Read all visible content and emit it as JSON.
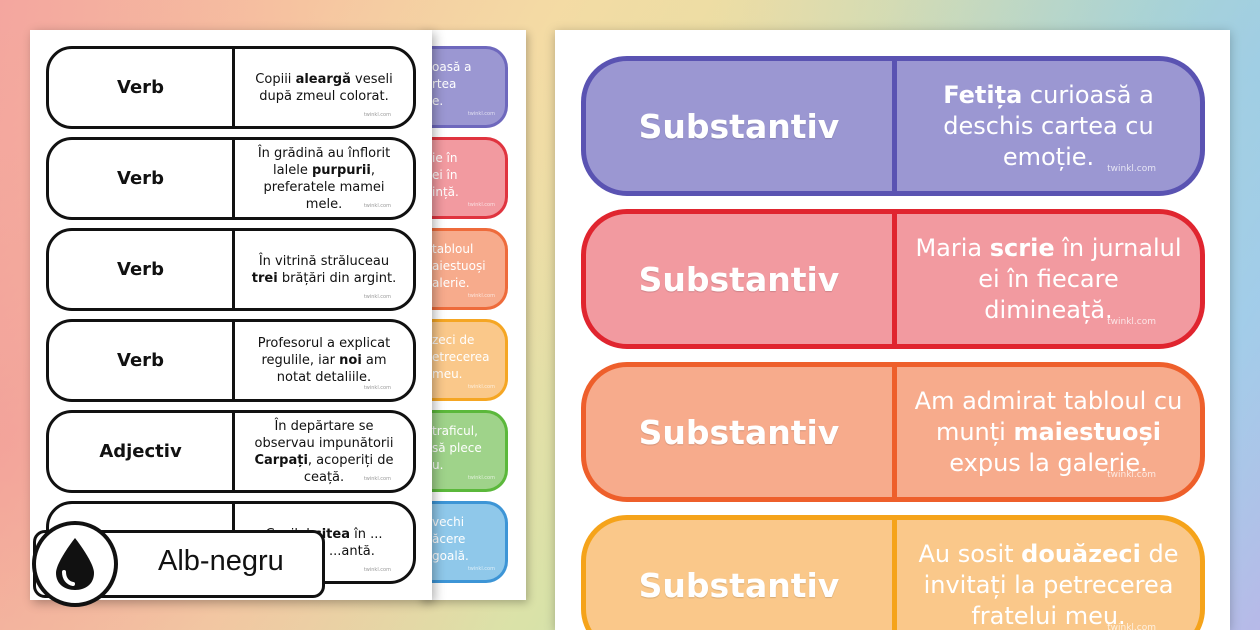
{
  "badge": {
    "label": "Alb-negru",
    "icon": "ink-drop-icon"
  },
  "watermark": "twinkl.com",
  "bw_cards": [
    {
      "type": "Verb",
      "pre": "Copiii ",
      "bold": "aleargă",
      "post": " veseli după zmeul colorat."
    },
    {
      "type": "Verb",
      "pre": "În grădină au înflorit lalele ",
      "bold": "purpurii",
      "post": ", preferatele mamei mele."
    },
    {
      "type": "Verb",
      "pre": "În vitrină străluceau ",
      "bold": "trei",
      "post": " brățări din argint."
    },
    {
      "type": "Verb",
      "pre": "Profesorul a explicat regulile, iar ",
      "bold": "noi",
      "post": " am notat detaliile."
    },
    {
      "type": "Adjectiv",
      "pre": "În depărtare se observau impunătorii ",
      "bold": "Carpați",
      "post": ", acoperiți de ceață."
    },
    {
      "type": "",
      "pre": "Copilul ",
      "bold": "citea",
      "post": " în ... poveste ...antă."
    }
  ],
  "back_cards": [
    {
      "line1": "oasă a",
      "line2": "rtea",
      "line3": "e.",
      "color": "#9b97d2",
      "border": "#6e68bd"
    },
    {
      "line1": "ie în",
      "line2": "ei în",
      "line3": "ință.",
      "color": "#f29aa0",
      "border": "#e0343f"
    },
    {
      "line1": "tabloul",
      "line2": "aiestuoși",
      "line3": "alerie.",
      "color": "#f7ab8c",
      "border": "#ee6b3b"
    },
    {
      "line1": "zeci de",
      "line2": "etrecerea",
      "line3": "meu.",
      "color": "#fac88a",
      "border": "#f5a623"
    },
    {
      "line1": "traficul,",
      "line2": "să plece",
      "line3": "u.",
      "color": "#9fd38a",
      "border": "#5bb83b"
    },
    {
      "line1": "vechi",
      "line2": "ăcere",
      "line3": "goală.",
      "color": "#8fc8ea",
      "border": "#3d95d6"
    }
  ],
  "color_cards": [
    {
      "type": "Substantiv",
      "pre": "",
      "bold": "Fetița",
      "post": " curioasă a deschis cartea cu emoție.",
      "color": "#9b97d2",
      "border": "#5a53b2"
    },
    {
      "type": "Substantiv",
      "pre": "Maria ",
      "bold": "scrie",
      "post": " în jurnalul ei în fiecare dimineață.",
      "color": "#f29aa0",
      "border": "#e0252f"
    },
    {
      "type": "Substantiv",
      "pre": "Am admirat tabloul cu munți ",
      "bold": "maiestuoși",
      "post": " expus la galerie.",
      "color": "#f7ab8c",
      "border": "#ee5f2b"
    },
    {
      "type": "Substantiv",
      "pre": "Au sosit ",
      "bold": "douăzeci",
      "post": " de invitați la petrecerea fratelui meu.",
      "color": "#fac88a",
      "border": "#f5a31a"
    }
  ]
}
